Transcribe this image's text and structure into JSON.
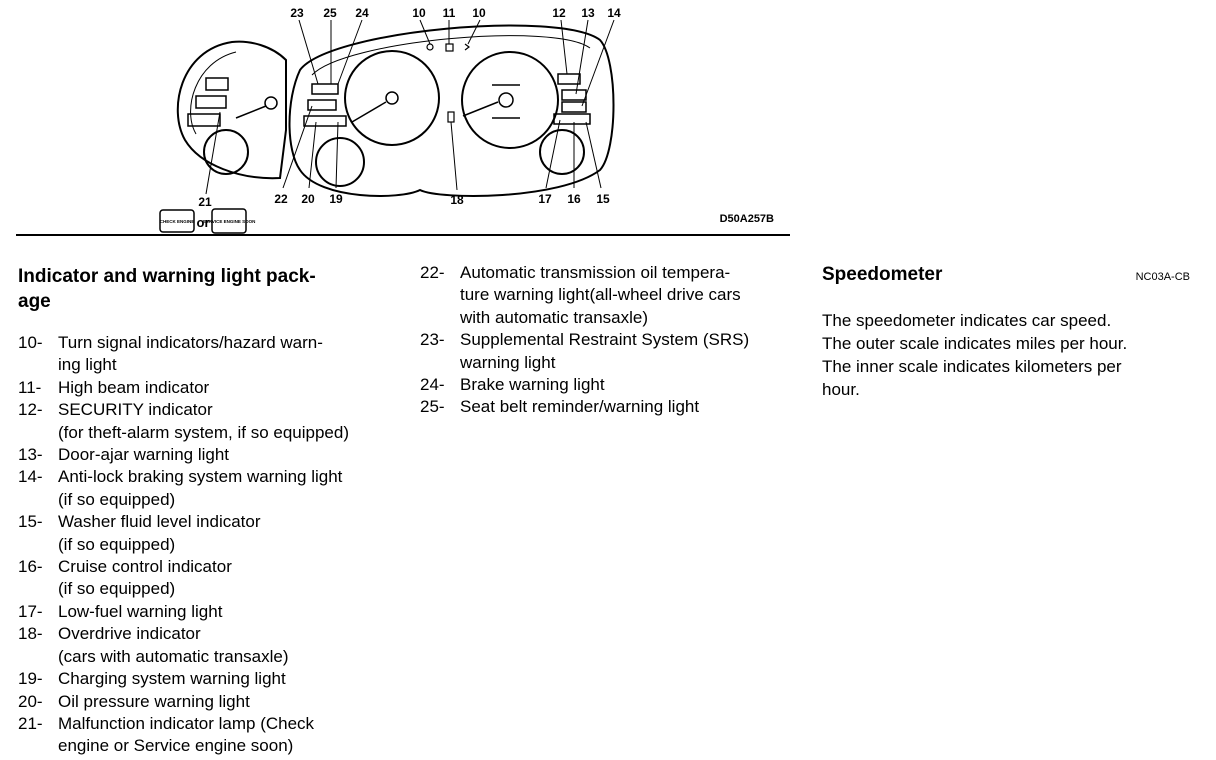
{
  "diagram": {
    "callouts_top": [
      "23",
      "25",
      "24",
      "10",
      "11",
      "10",
      "12",
      "13",
      "14"
    ],
    "callouts_bottom": [
      "21",
      "22",
      "20",
      "19",
      "18",
      "17",
      "16",
      "15"
    ],
    "check_engine_label": "CHECK ENGINE",
    "or_label": "or",
    "service_engine_label": "SERVICE ENGINE SOON",
    "figure_code": "D50A257B"
  },
  "section1": {
    "heading_line1": "Indicator and warning light pack-",
    "heading_line2": "age",
    "items": [
      {
        "num": "10-",
        "lines": [
          "Turn signal indicators/hazard warn-",
          "ing light"
        ]
      },
      {
        "num": "11-",
        "lines": [
          "High beam indicator"
        ]
      },
      {
        "num": "12-",
        "lines": [
          "SECURITY indicator",
          "(for theft-alarm system, if so equipped)"
        ]
      },
      {
        "num": "13-",
        "lines": [
          "Door-ajar warning light"
        ]
      },
      {
        "num": "14-",
        "lines": [
          "Anti-lock braking system warning light",
          "(if so equipped)"
        ]
      },
      {
        "num": "15-",
        "lines": [
          "Washer fluid level indicator",
          "(if so equipped)"
        ]
      },
      {
        "num": "16-",
        "lines": [
          "Cruise control indicator",
          "(if so equipped)"
        ]
      },
      {
        "num": "17-",
        "lines": [
          "Low-fuel warning light"
        ]
      },
      {
        "num": "18-",
        "lines": [
          "Overdrive indicator",
          "(cars with automatic transaxle)"
        ]
      },
      {
        "num": "19-",
        "lines": [
          "Charging system warning light"
        ]
      },
      {
        "num": "20-",
        "lines": [
          "Oil pressure warning light"
        ]
      },
      {
        "num": "21-",
        "lines": [
          "Malfunction indicator lamp (Check",
          "engine or Service engine soon)"
        ]
      }
    ]
  },
  "section2": {
    "items": [
      {
        "num": "22-",
        "lines": [
          "Automatic transmission oil tempera-",
          "ture warning light(all-wheel drive cars",
          "with automatic transaxle)"
        ]
      },
      {
        "num": "23-",
        "lines": [
          "Supplemental Restraint System (SRS)",
          "warning light"
        ]
      },
      {
        "num": "24-",
        "lines": [
          "Brake warning light"
        ]
      },
      {
        "num": "25-",
        "lines": [
          "Seat belt reminder/warning light"
        ]
      }
    ]
  },
  "speedometer": {
    "heading": "Speedometer",
    "code": "NC03A-CB",
    "lines": [
      "The speedometer indicates car speed.",
      "The outer scale indicates miles per hour.",
      "The inner scale indicates kilometers per",
      "hour."
    ]
  }
}
